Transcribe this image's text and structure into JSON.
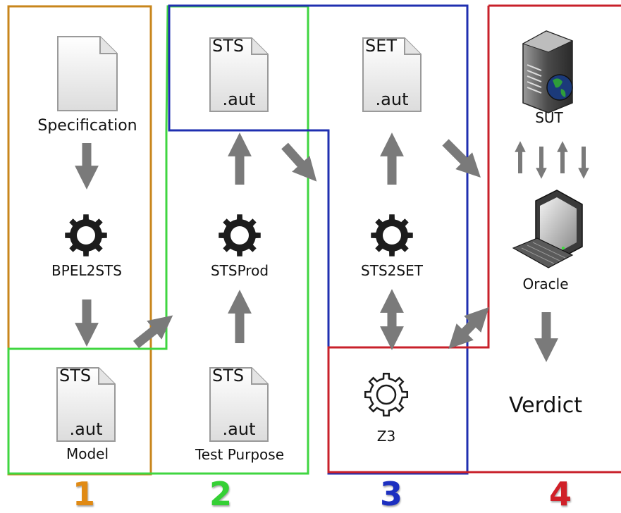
{
  "labels": {
    "specification": "Specification",
    "bpel2sts": "BPEL2STS",
    "model": "Model",
    "stsprod": "STSProd",
    "test_purpose": "Test Purpose",
    "sts2set": "STS2SET",
    "z3": "Z3",
    "sut": "SUT",
    "oracle": "Oracle",
    "verdict": "Verdict"
  },
  "documents": {
    "model_doc": {
      "top": "STS",
      "bottom": ".aut"
    },
    "sts_out_doc": {
      "top": "STS",
      "bottom": ".aut"
    },
    "test_purpose_doc": {
      "top": "STS",
      "bottom": ".aut"
    },
    "set_doc": {
      "top": "SET",
      "bottom": ".aut"
    }
  },
  "stage_numbers": {
    "n1": "1",
    "n2": "2",
    "n3": "3",
    "n4": "4"
  },
  "colors": {
    "stage1": "#c8861c",
    "stage2": "#3fd640",
    "stage3": "#1f2fb0",
    "stage4": "#c8202a",
    "arrow": "#7a7a7a",
    "gear": "#1c1c1c"
  }
}
